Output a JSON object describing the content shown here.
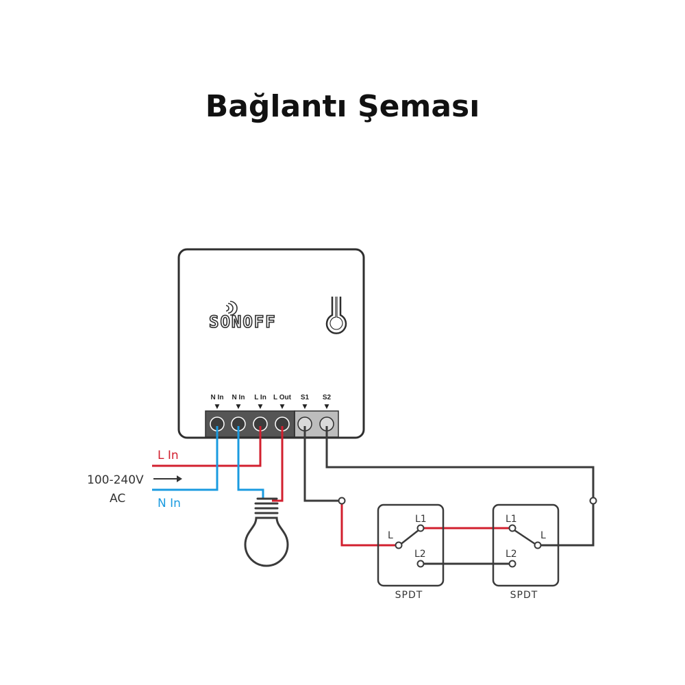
{
  "title": "Bağlantı Şeması",
  "device": {
    "brand": "SONOFF",
    "terminals": [
      "N In",
      "N In",
      "L In",
      "L Out",
      "S1",
      "S2"
    ],
    "marker": "▼"
  },
  "supply": {
    "line_label": "L In",
    "neutral_label": "N In",
    "voltage": "100-240V",
    "voltage_type": "AC"
  },
  "switches": [
    {
      "type": "SPDT",
      "common": "L",
      "outputs": [
        "L1",
        "L2"
      ]
    },
    {
      "type": "SPDT",
      "common": "L",
      "outputs": [
        "L1",
        "L2"
      ]
    }
  ],
  "colors": {
    "live": "#d21f2e",
    "neutral": "#1a9be0",
    "switch_wire": "#3a3a3a",
    "outline": "#2e2e2e",
    "terminal_block": "#555555",
    "switch_terminal_block": "#bdbdbd"
  }
}
